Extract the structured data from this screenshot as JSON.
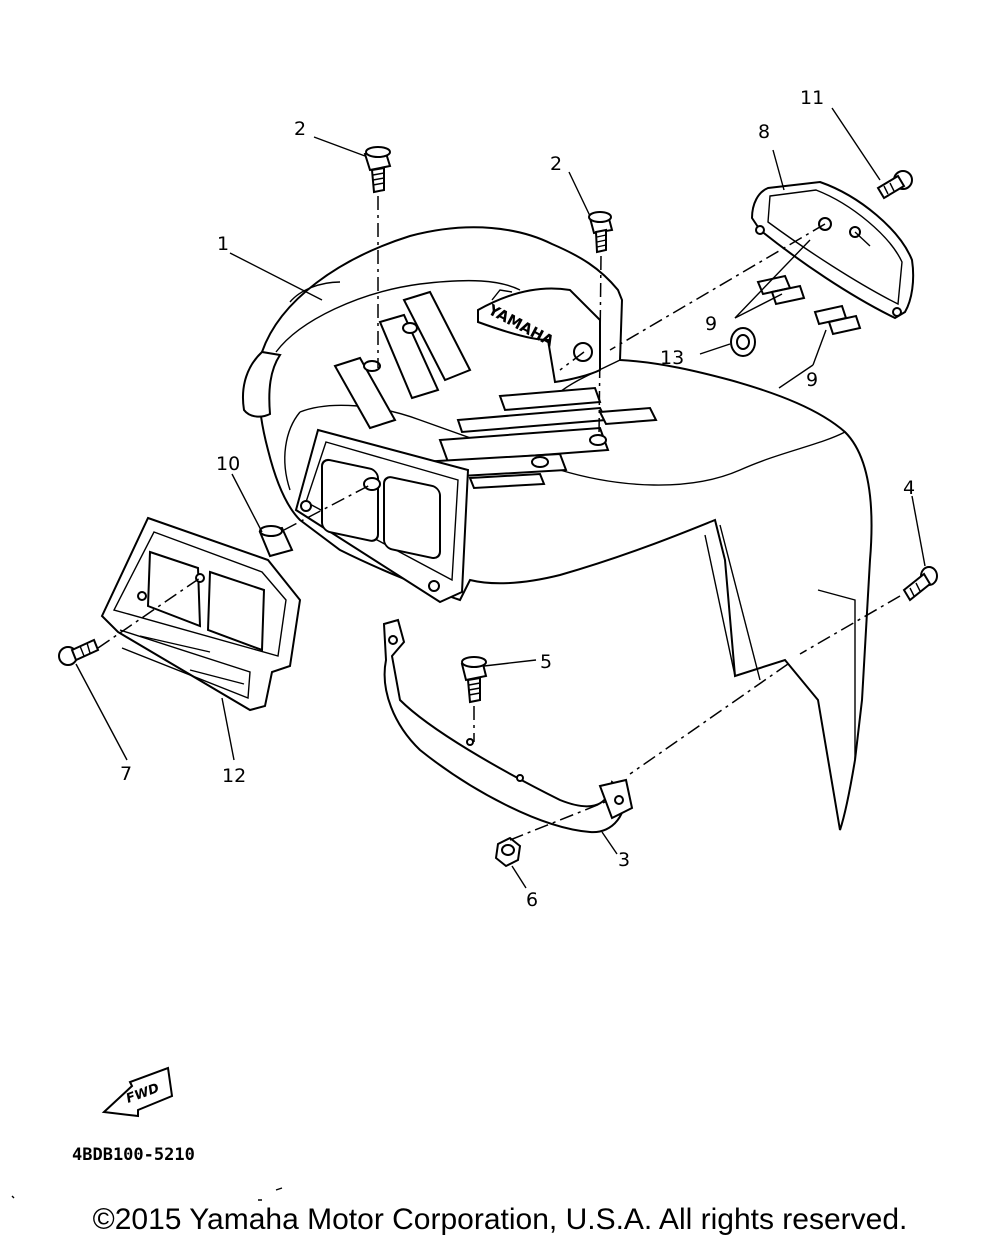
{
  "diagram": {
    "brand_text": "YAMAHA",
    "fwd_text": "FWD",
    "drawing_code": "4BDB100-5210",
    "callouts": [
      {
        "id": "c1",
        "text": "1"
      },
      {
        "id": "c2a",
        "text": "2"
      },
      {
        "id": "c2b",
        "text": "2"
      },
      {
        "id": "c3",
        "text": "3"
      },
      {
        "id": "c4",
        "text": "4"
      },
      {
        "id": "c5",
        "text": "5"
      },
      {
        "id": "c6",
        "text": "6"
      },
      {
        "id": "c7",
        "text": "7"
      },
      {
        "id": "c8",
        "text": "8"
      },
      {
        "id": "c9a",
        "text": "9"
      },
      {
        "id": "c9b",
        "text": "9"
      },
      {
        "id": "c10",
        "text": "10"
      },
      {
        "id": "c11",
        "text": "11"
      },
      {
        "id": "c12",
        "text": "12"
      },
      {
        "id": "c13",
        "text": "13"
      }
    ]
  },
  "footer": {
    "copyright": "©2015 Yamaha Motor Corporation, U.S.A. All rights reserved."
  }
}
